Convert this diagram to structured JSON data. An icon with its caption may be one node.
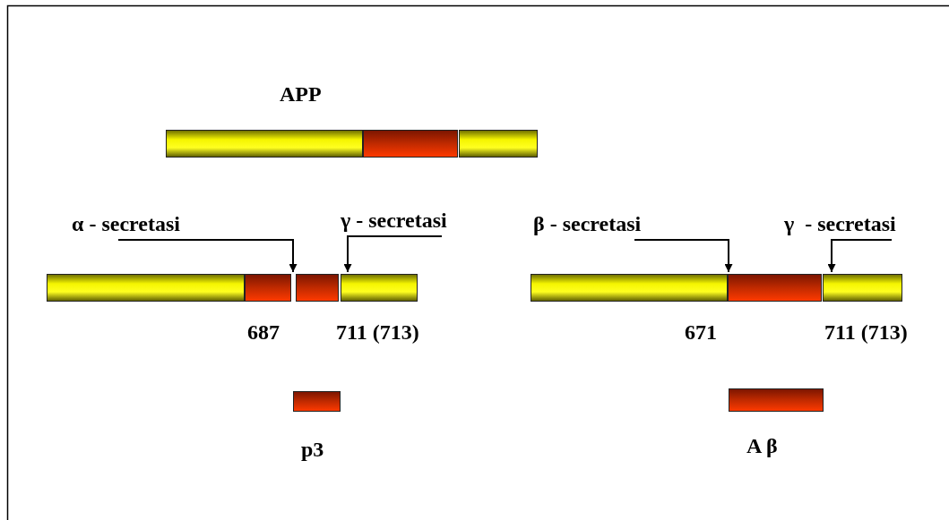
{
  "diagram": {
    "nodes": [
      {
        "text": [
          "α - secretasi"
        ]
      },
      {
        "text": [
          "γ - secretasi"
        ]
      },
      {
        "text": [
          "β - secretasi"
        ]
      },
      {
        "text": [
          "γ  - secretasi"
        ]
      },
      {
        "text": [],
        "shape": "bar"
      },
      {
        "text": [],
        "shape": "bar"
      },
      {
        "text": [],
        "shape": "bar"
      },
      {
        "text": [],
        "shape": "bar"
      },
      {
        "text": [],
        "shape": "bar"
      },
      {
        "text": [],
        "shape": "bar"
      },
      {
        "text": [],
        "shape": "bar"
      },
      {
        "text": [],
        "shape": "bar"
      },
      {
        "text": [],
        "shape": "bar"
      },
      {
        "text": [],
        "shape": "bar"
      },
      {
        "text": [],
        "shape": "bar"
      },
      {
        "text": [],
        "shape": "bar"
      }
    ],
    "edges": [
      {
        "from": 0,
        "to": 8,
        "arrow": "to"
      },
      {
        "from": 1,
        "to": 10,
        "arrow": "to"
      },
      {
        "from": 2,
        "to": 12,
        "arrow": "to"
      },
      {
        "from": 3,
        "to": 13,
        "arrow": "to"
      }
    ],
    "labels": [
      "APP",
      "687",
      "711 (713)",
      "671",
      "711 (713)",
      "p3",
      "A β"
    ]
  }
}
